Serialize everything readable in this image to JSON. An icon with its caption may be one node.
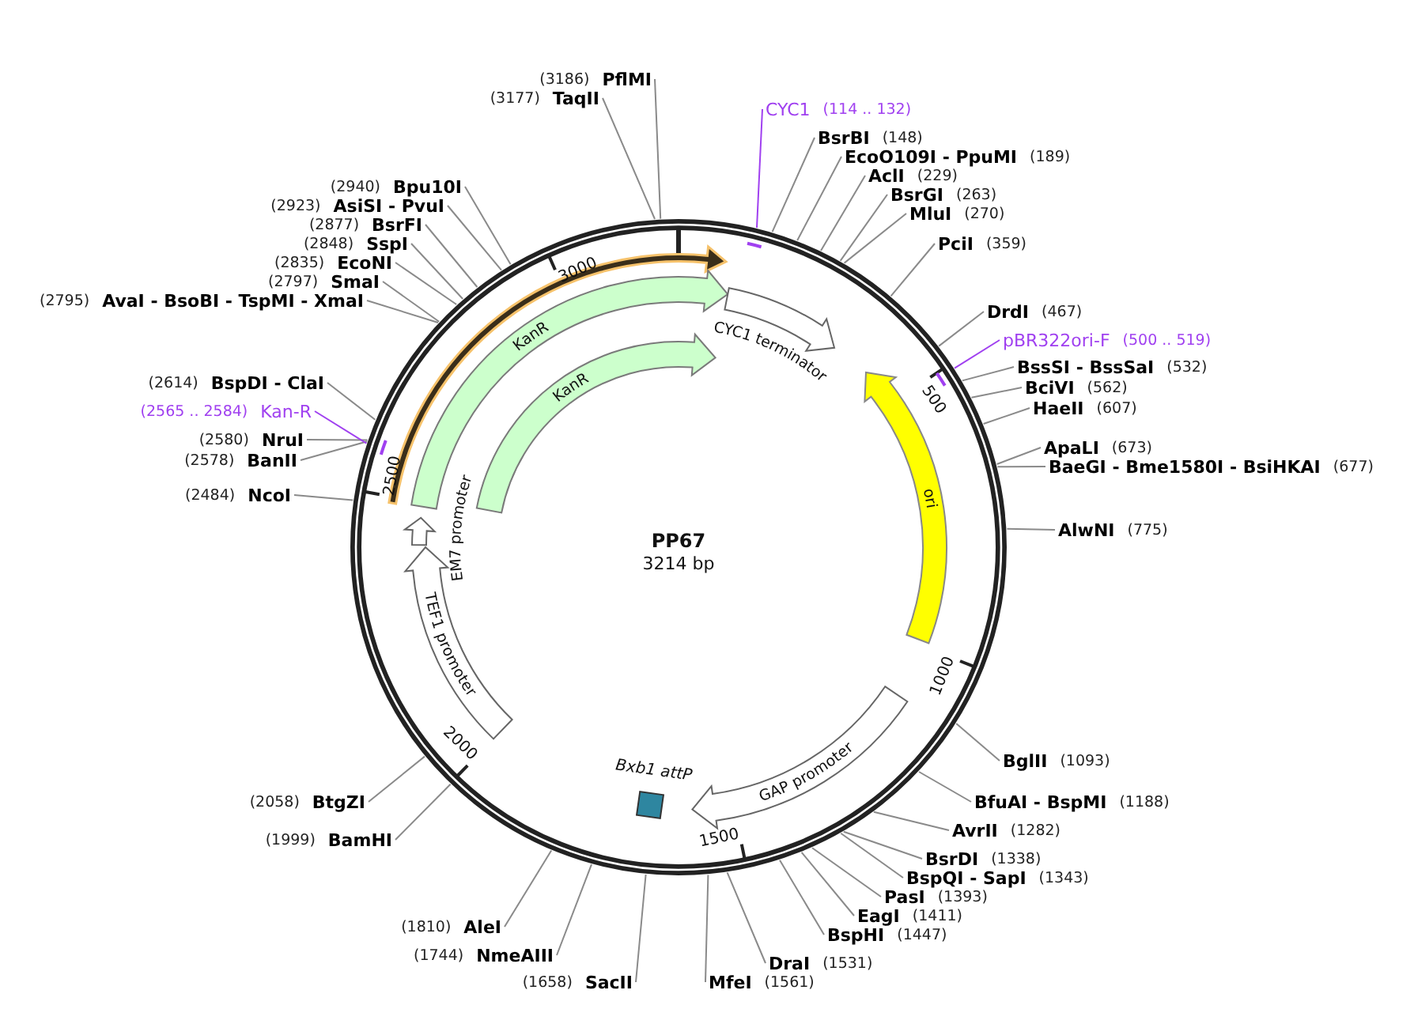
{
  "diagram": {
    "nodes": [
      {
        "text": [
          "PP67",
          "3214 bp"
        ]
      },
      {
        "text": [],
        "shape": "arrow",
        "in": 0
      },
      {
        "text": [
          "KanR"
        ],
        "in": 0
      },
      {
        "text": [
          "KanR"
        ],
        "in": 0
      },
      {
        "text": [
          "CYC1 terminator"
        ],
        "in": 0
      },
      {
        "text": [
          "ori"
        ],
        "in": 0
      },
      {
        "text": [
          "GAP promoter"
        ],
        "in": 0
      },
      {
        "text": [
          "Bxb1 attP"
        ],
        "in": 0
      },
      {
        "text": [
          "TEF1 promoter"
        ],
        "in": 0
      },
      {
        "text": [
          "EM7 promoter"
        ],
        "in": 0
      },
      {
        "text": [
          "CYC1",
          "(114 .. 132)"
        ]
      },
      {
        "text": [
          "BsrBI",
          "(148)"
        ]
      },
      {
        "text": [
          "EcoO109I - PpuMI",
          "(189)"
        ]
      },
      {
        "text": [
          "AclI",
          "(229)"
        ]
      },
      {
        "text": [
          "BsrGI",
          "(263)"
        ]
      },
      {
        "text": [
          "MluI",
          "(270)"
        ]
      },
      {
        "text": [
          "PciI",
          "(359)"
        ]
      },
      {
        "text": [
          "DrdI",
          "(467)"
        ]
      },
      {
        "text": [
          "pBR322ori-F",
          "(500 .. 519)"
        ]
      },
      {
        "text": [
          "BssSI - BssSaI",
          "(532)"
        ]
      },
      {
        "text": [
          "BciVI",
          "(562)"
        ]
      },
      {
        "text": [
          "HaeII",
          "(607)"
        ]
      },
      {
        "text": [
          "ApaLI",
          "(673)"
        ]
      },
      {
        "text": [
          "BaeGI - Bme1580I - BsiHKAI",
          "(677)"
        ]
      },
      {
        "text": [
          "AlwNI",
          "(775)"
        ]
      },
      {
        "text": [
          "BglII",
          "(1093)"
        ]
      },
      {
        "text": [
          "BfuAI - BspMI",
          "(1188)"
        ]
      },
      {
        "text": [
          "AvrII",
          "(1282)"
        ]
      },
      {
        "text": [
          "BsrDI",
          "(1338)"
        ]
      },
      {
        "text": [
          "BspQI - SapI",
          "(1343)"
        ]
      },
      {
        "text": [
          "PasI",
          "(1393)"
        ]
      },
      {
        "text": [
          "EagI",
          "(1411)"
        ]
      },
      {
        "text": [
          "BspHI",
          "(1447)"
        ]
      },
      {
        "text": [
          "DraI",
          "(1531)"
        ]
      },
      {
        "text": [
          "MfeI",
          "(1561)"
        ]
      },
      {
        "text": [
          "(1658)",
          "SacII"
        ]
      },
      {
        "text": [
          "(1744)",
          "NmeAIII"
        ]
      },
      {
        "text": [
          "(1810)",
          "AleI"
        ]
      },
      {
        "text": [
          "(1999)",
          "BamHI"
        ]
      },
      {
        "text": [
          "(2058)",
          "BtgZI"
        ]
      },
      {
        "text": [
          "(2484)",
          "NcoI"
        ]
      },
      {
        "text": [
          "(2578)",
          "BanII"
        ]
      },
      {
        "text": [
          "(2580)",
          "NruI"
        ]
      },
      {
        "text": [
          "(2565 .. 2584)",
          "Kan-R"
        ]
      },
      {
        "text": [
          "(2614)",
          "BspDI - ClaI"
        ]
      },
      {
        "text": [
          "(2795)",
          "AvaI - BsoBI - TspMI - XmaI"
        ]
      },
      {
        "text": [
          "(2797)",
          "SmaI"
        ]
      },
      {
        "text": [
          "(2835)",
          "EcoNI"
        ]
      },
      {
        "text": [
          "(2848)",
          "SspI"
        ]
      },
      {
        "text": [
          "(2877)",
          "BsrFI"
        ]
      },
      {
        "text": [
          "(2923)",
          "AsiSI - PvuI"
        ]
      },
      {
        "text": [
          "(2940)",
          "Bpu10I"
        ]
      },
      {
        "text": [
          "(3177)",
          "TaqII"
        ]
      },
      {
        "text": [
          "(3186)",
          "PflMI"
        ]
      }
    ],
    "edges": [
      {
        "from": 10,
        "to": 0,
        "arrow": "none",
        "color": "#a040f0"
      },
      {
        "from": 11,
        "to": 0,
        "arrow": "none"
      },
      {
        "from": 12,
        "to": 0,
        "arrow": "none"
      },
      {
        "from": 13,
        "to": 0,
        "arrow": "none"
      },
      {
        "from": 14,
        "to": 0,
        "arrow": "none"
      },
      {
        "from": 15,
        "to": 0,
        "arrow": "none"
      },
      {
        "from": 16,
        "to": 0,
        "arrow": "none"
      },
      {
        "from": 17,
        "to": 0,
        "arrow": "none"
      },
      {
        "from": 18,
        "to": 0,
        "arrow": "none",
        "color": "#a040f0"
      },
      {
        "from": 19,
        "to": 0,
        "arrow": "none"
      },
      {
        "from": 20,
        "to": 0,
        "arrow": "none"
      },
      {
        "from": 21,
        "to": 0,
        "arrow": "none"
      },
      {
        "from": 22,
        "to": 0,
        "arrow": "none"
      },
      {
        "from": 23,
        "to": 0,
        "arrow": "none"
      },
      {
        "from": 24,
        "to": 0,
        "arrow": "none"
      },
      {
        "from": 25,
        "to": 0,
        "arrow": "none"
      },
      {
        "from": 26,
        "to": 0,
        "arrow": "none"
      },
      {
        "from": 27,
        "to": 0,
        "arrow": "none"
      },
      {
        "from": 28,
        "to": 0,
        "arrow": "none"
      },
      {
        "from": 29,
        "to": 0,
        "arrow": "none"
      },
      {
        "from": 30,
        "to": 0,
        "arrow": "none"
      },
      {
        "from": 31,
        "to": 0,
        "arrow": "none"
      },
      {
        "from": 32,
        "to": 0,
        "arrow": "none"
      },
      {
        "from": 33,
        "to": 0,
        "arrow": "none"
      },
      {
        "from": 34,
        "to": 0,
        "arrow": "none"
      },
      {
        "from": 35,
        "to": 0,
        "arrow": "none"
      },
      {
        "from": 36,
        "to": 0,
        "arrow": "none"
      },
      {
        "from": 37,
        "to": 0,
        "arrow": "none"
      },
      {
        "from": 38,
        "to": 0,
        "arrow": "none"
      },
      {
        "from": 39,
        "to": 0,
        "arrow": "none"
      },
      {
        "from": 40,
        "to": 0,
        "arrow": "none"
      },
      {
        "from": 41,
        "to": 0,
        "arrow": "none"
      },
      {
        "from": 42,
        "to": 0,
        "arrow": "none"
      },
      {
        "from": 43,
        "to": 0,
        "arrow": "none",
        "color": "#a040f0"
      },
      {
        "from": 44,
        "to": 0,
        "arrow": "none"
      },
      {
        "from": 45,
        "to": 0,
        "arrow": "none"
      },
      {
        "from": 46,
        "to": 0,
        "arrow": "none"
      },
      {
        "from": 47,
        "to": 0,
        "arrow": "none"
      },
      {
        "from": 48,
        "to": 0,
        "arrow": "none"
      },
      {
        "from": 49,
        "to": 0,
        "arrow": "none"
      },
      {
        "from": 50,
        "to": 0,
        "arrow": "none"
      },
      {
        "from": 51,
        "to": 0,
        "arrow": "none"
      },
      {
        "from": 52,
        "to": 0,
        "arrow": "none"
      },
      {
        "from": 53,
        "to": 0,
        "arrow": "none"
      }
    ],
    "labels": [
      "500",
      "1000",
      "1500",
      "2000",
      "2500",
      "3000"
    ]
  }
}
